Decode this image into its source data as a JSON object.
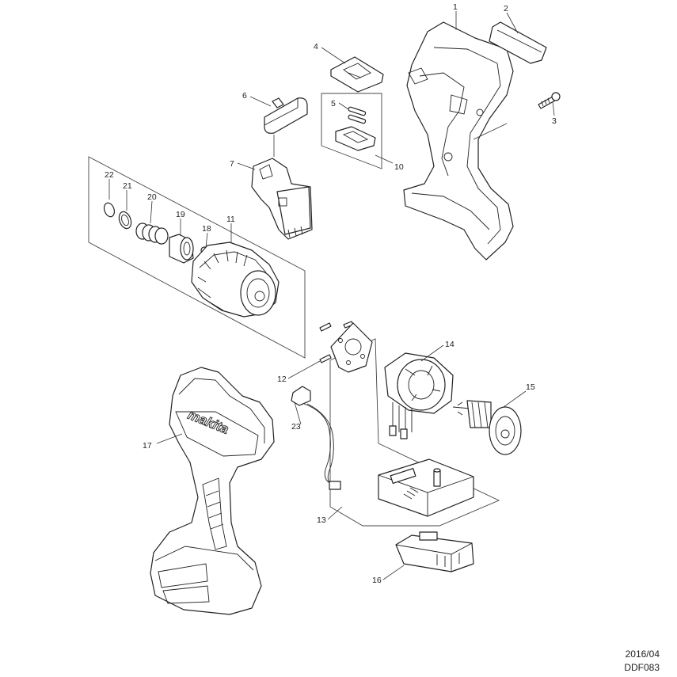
{
  "callouts": {
    "p1": "1",
    "p2": "2",
    "p3": "3",
    "p4": "4",
    "p5": "5",
    "p6": "6",
    "p7": "7",
    "p10": "10",
    "p11": "11",
    "p12": "12",
    "p13": "13",
    "p14": "14",
    "p15": "15",
    "p16": "16",
    "p17": "17",
    "p18": "18",
    "p19": "19",
    "p20": "20",
    "p21": "21",
    "p22": "22",
    "p23": "23"
  },
  "housing": {
    "brand_mark": "makita"
  },
  "footer": {
    "date": "2016/04",
    "model": "DDF083"
  }
}
